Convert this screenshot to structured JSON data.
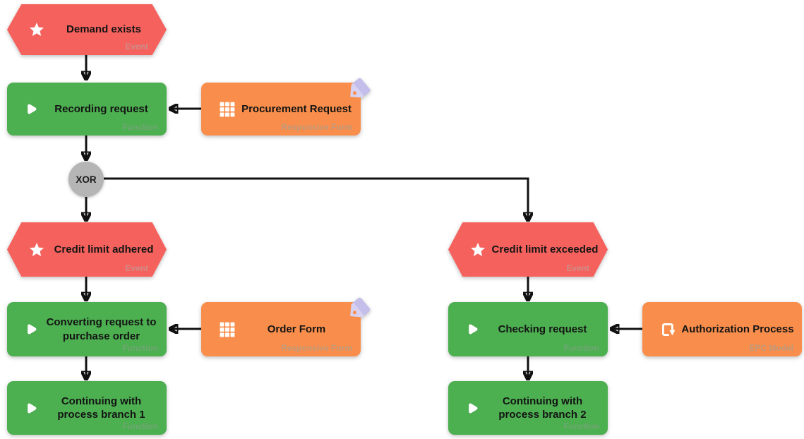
{
  "diagram": {
    "kind": "EPC process diagram",
    "background": "#ffffff"
  },
  "colors": {
    "event": "#f5625e",
    "function": "#4caf50",
    "artifact": "#f98e4c",
    "connector_circle": "#b5b5b5",
    "edge": "#111111",
    "tag": "#cfc8ee"
  },
  "nodes": {
    "demand": {
      "title": "Demand exists",
      "type_label": "Event",
      "icon": "star-icon"
    },
    "recording": {
      "title": "Recording request",
      "type_label": "Function",
      "icon": "play-icon"
    },
    "procurement": {
      "title": "Procurement Request",
      "type_label": "Responsive Form",
      "icon": "grid-icon"
    },
    "xor": {
      "label": "XOR"
    },
    "adhered": {
      "title": "Credit limit adhered",
      "type_label": "Event",
      "icon": "star-icon"
    },
    "exceeded": {
      "title": "Credit limit exceeded",
      "type_label": "Event",
      "icon": "star-icon"
    },
    "converting": {
      "title": "Converting request to purchase order",
      "type_label": "Function",
      "icon": "play-icon"
    },
    "order_form": {
      "title": "Order Form",
      "type_label": "Responsive Form",
      "icon": "grid-icon"
    },
    "checking": {
      "title": "Checking request",
      "type_label": "Function",
      "icon": "play-icon"
    },
    "authorization": {
      "title": "Authorization Process",
      "type_label": "EPC Model",
      "icon": "epc-model-icon"
    },
    "branch1": {
      "title": "Continuing with process branch 1",
      "type_label": "Function",
      "icon": "play-icon"
    },
    "branch2": {
      "title": "Continuing with process branch 2",
      "type_label": "Function",
      "icon": "play-icon"
    }
  }
}
